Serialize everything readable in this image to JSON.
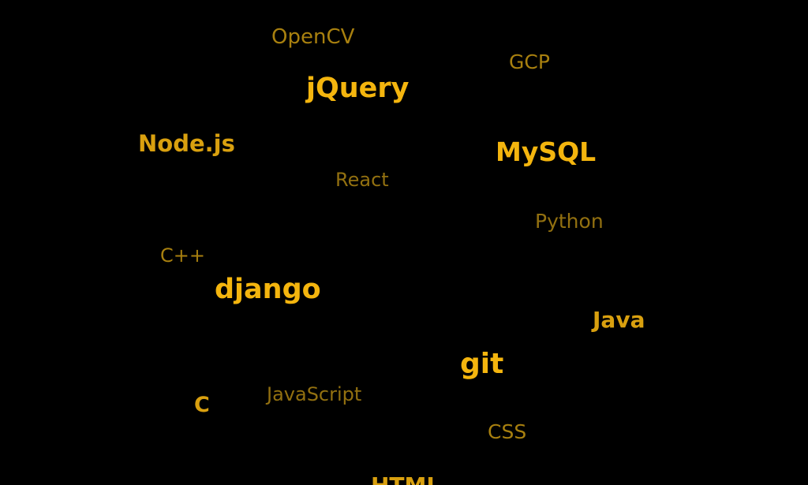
{
  "tag_cloud": {
    "background_color": "#000000",
    "accent_color": "#f4b50e",
    "tags": [
      {
        "id": "opencv",
        "label": "OpenCV"
      },
      {
        "id": "gcp",
        "label": "GCP"
      },
      {
        "id": "jquery",
        "label": "jQuery"
      },
      {
        "id": "nodejs",
        "label": "Node.js"
      },
      {
        "id": "mysql",
        "label": "MySQL"
      },
      {
        "id": "react",
        "label": "React"
      },
      {
        "id": "python",
        "label": "Python"
      },
      {
        "id": "cpp",
        "label": "C++"
      },
      {
        "id": "django",
        "label": "django"
      },
      {
        "id": "java",
        "label": "Java"
      },
      {
        "id": "git",
        "label": "git"
      },
      {
        "id": "c",
        "label": "C"
      },
      {
        "id": "javascript",
        "label": "JavaScript"
      },
      {
        "id": "css",
        "label": "CSS"
      },
      {
        "id": "html",
        "label": "HTML"
      }
    ]
  }
}
